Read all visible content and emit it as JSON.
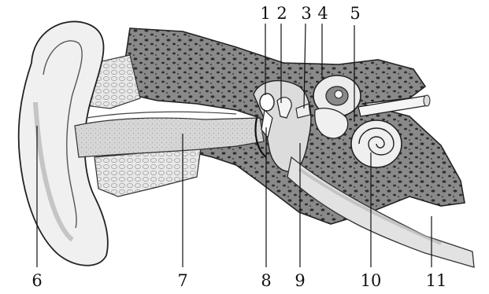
{
  "labels": {
    "top": [
      "1",
      "2",
      "3",
      "4",
      "5"
    ],
    "bottom": [
      "6",
      "7",
      "8",
      "9",
      "10",
      "11"
    ]
  },
  "colors": {
    "bone": "#8a8a8a",
    "bone_pores": "#2e2e2e",
    "skin": "#f2f2f2",
    "skin_shade": "#c9c9c9",
    "cartilage": "#e6e6e6",
    "canal": "#d4d4d4",
    "tube": "#d9d9d9",
    "outline": "#222222"
  }
}
